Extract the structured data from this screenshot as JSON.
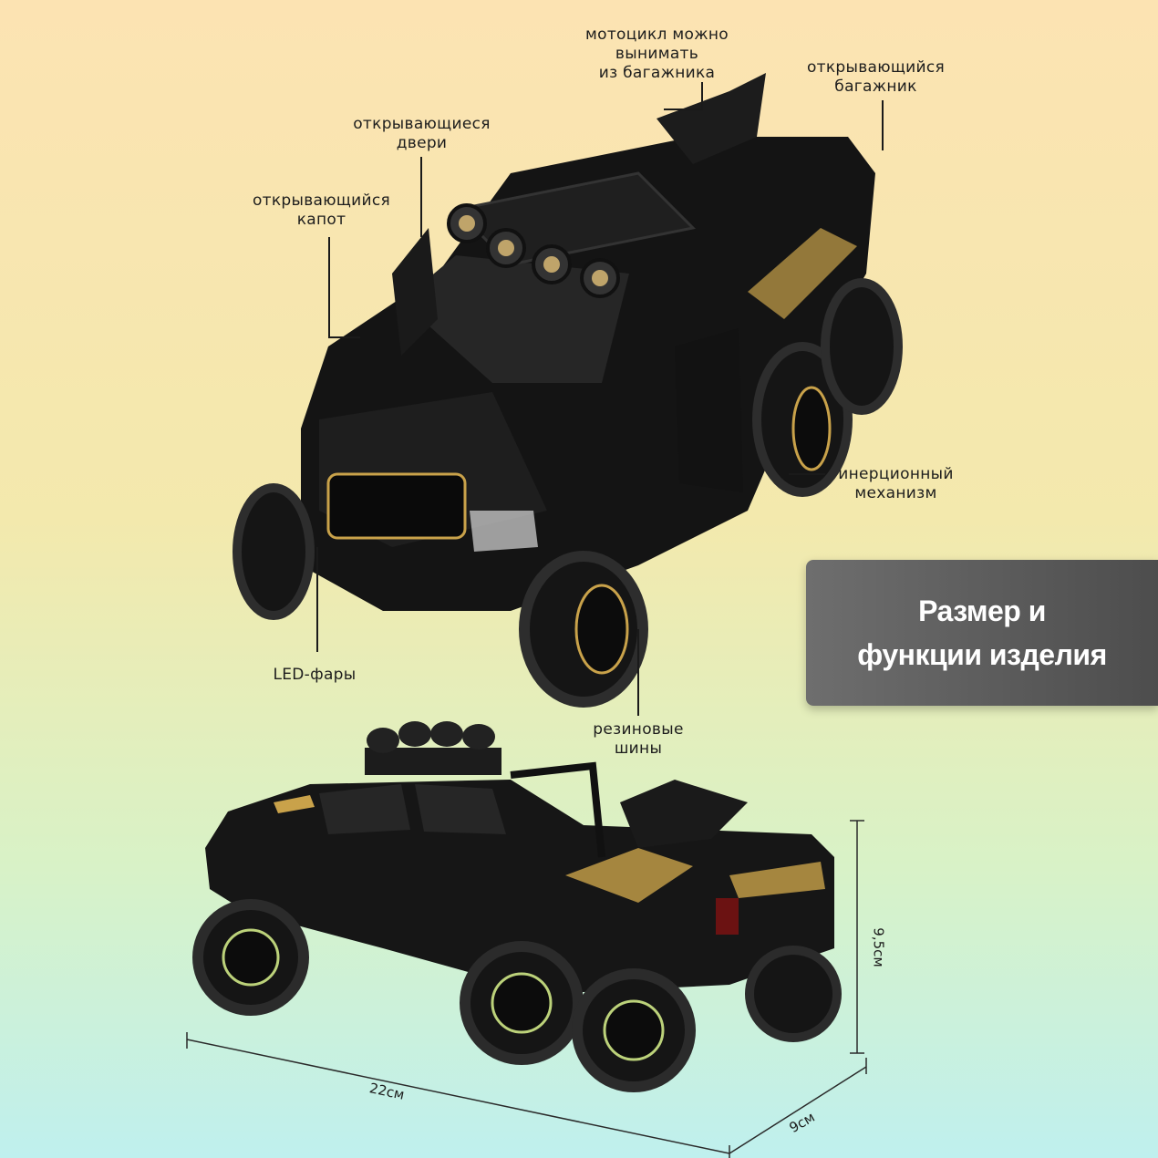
{
  "callouts": {
    "moto": "мотоцикл можно\nвынимать\nиз багажника",
    "trunk": "открывающийся\nбагажник",
    "doors": "открывающиеся\nдвери",
    "hood": "открывающийся\nкапот",
    "inertia": "инерционный\nмеханизм",
    "led": "LED-фары",
    "tires": "резиновые\nшины"
  },
  "title": "Размер и\nфункции изделия",
  "dimensions": {
    "length": "22см",
    "width": "9см",
    "height": "9,5см"
  },
  "colors": {
    "body": "#111111",
    "accent_gold": "#c9a24a",
    "panel": "#5a5a5a"
  }
}
